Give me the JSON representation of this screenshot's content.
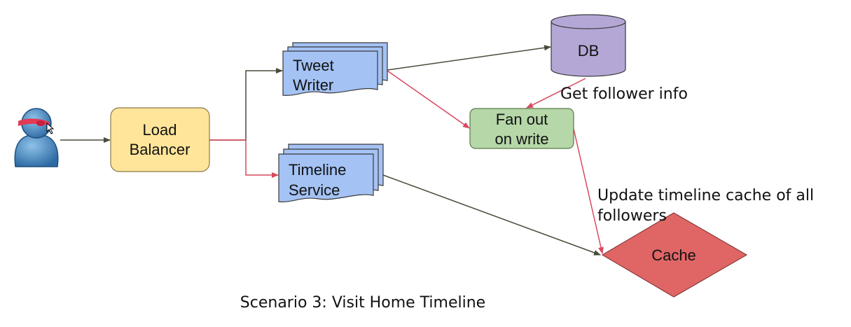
{
  "nodes": {
    "user": {
      "icon": "user-avatar-icon"
    },
    "load_balancer": {
      "line1": "Load",
      "line2": "Balancer",
      "color": "#ffe599"
    },
    "tweet_writer": {
      "line1": "Tweet",
      "line2": "Writer",
      "color": "#a4c2f4"
    },
    "timeline_service": {
      "line1": "Timeline",
      "line2": "Service",
      "color": "#a4c2f4"
    },
    "db": {
      "label": "DB",
      "color": "#b4a7d6"
    },
    "fan_out": {
      "line1": "Fan out",
      "line2": "on write",
      "color": "#b6d7a8"
    },
    "cache": {
      "label": "Cache",
      "color": "#e06666"
    }
  },
  "edge_labels": {
    "get_follower_info": "Get follower info",
    "update_cache_line1": "Update timeline cache of all",
    "update_cache_line2": "followers"
  },
  "colors": {
    "dark_arrow": "#4a4a3a",
    "red_arrow": "#d9485f"
  },
  "caption": "Scenario 3: Visit Home Timeline"
}
